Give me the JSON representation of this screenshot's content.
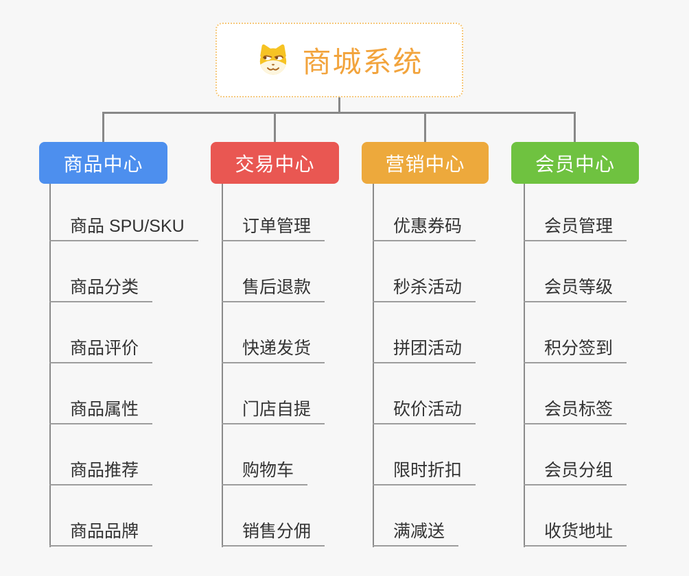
{
  "page": {
    "background_color": "#f7f7f7",
    "connector_color": "#888888",
    "underline_color": "#9c9c9c"
  },
  "root": {
    "title": "商城系统",
    "title_color": "#f2a43d",
    "border_color": "#f6c87a",
    "icon": "dog-face-icon"
  },
  "branches": [
    {
      "label": "商品中心",
      "color": "#4d8fee",
      "items": [
        "商品 SPU/SKU",
        "商品分类",
        "商品评价",
        "商品属性",
        "商品推荐",
        "商品品牌"
      ]
    },
    {
      "label": "交易中心",
      "color": "#e95752",
      "items": [
        "订单管理",
        "售后退款",
        "快递发货",
        "门店自提",
        "购物车",
        "销售分佣"
      ]
    },
    {
      "label": "营销中心",
      "color": "#eda93c",
      "items": [
        "优惠券码",
        "秒杀活动",
        "拼团活动",
        "砍价活动",
        "限时折扣",
        "满减送"
      ]
    },
    {
      "label": "会员中心",
      "color": "#6fc240",
      "items": [
        "会员管理",
        "会员等级",
        "积分签到",
        "会员标签",
        "会员分组",
        "收货地址"
      ]
    }
  ]
}
